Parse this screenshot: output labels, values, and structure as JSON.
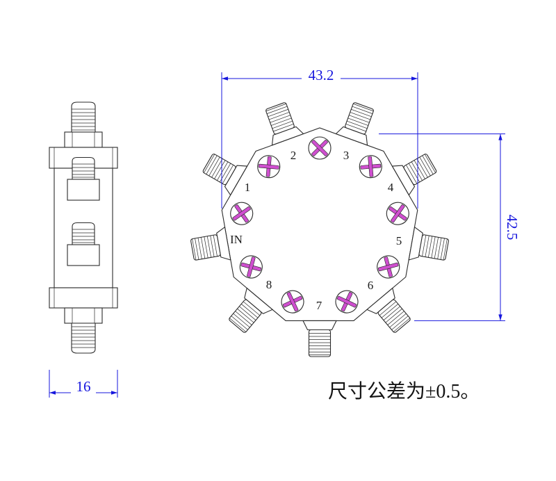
{
  "front_view": {
    "dim_width": "43.2",
    "dim_height": "42.5",
    "ports": {
      "in": "IN",
      "p1": "1",
      "p2": "2",
      "p3": "3",
      "p4": "4",
      "p5": "5",
      "p6": "6",
      "p7": "7",
      "p8": "8"
    }
  },
  "side_view": {
    "dim_thickness": "16"
  },
  "note": {
    "tolerance": "尺寸公差为±0.5。"
  },
  "colors": {
    "dimension_blue": "#1616dd",
    "drawing_line": "#2b2b2b",
    "screw_cross_magenta": "#cf4fcf"
  }
}
